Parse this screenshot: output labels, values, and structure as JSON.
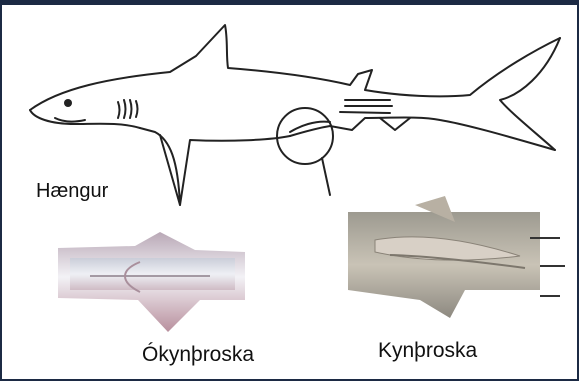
{
  "labels": {
    "male": "Hængur",
    "immature": "Ókynþroska",
    "mature": "Kynþroska"
  },
  "colors": {
    "frame": "#1c2a44",
    "outline": "#222222",
    "photo_skin": "#d9dde6",
    "photo_shadow": "#9a7c86"
  }
}
